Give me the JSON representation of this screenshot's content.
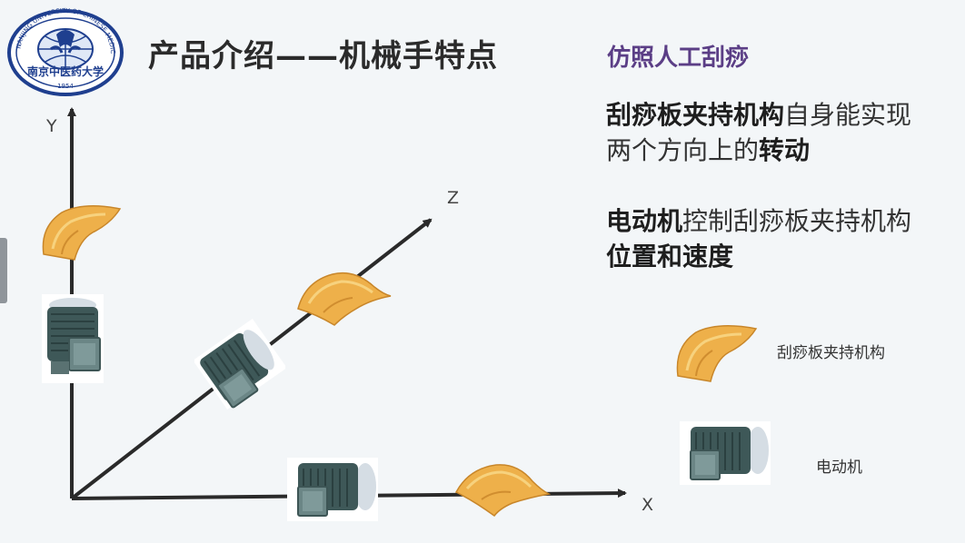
{
  "logo": {
    "institution_text": "NANJING UNIVERSITY OF CHINESE MEDICINE",
    "chinese_name": "南京中医药大学",
    "year": "1954"
  },
  "header": {
    "title": "产品介绍——机械手特点",
    "subtitle": "仿照人工刮痧"
  },
  "description": {
    "para1": {
      "bold1": "刮痧板夹持机构",
      "text1": "自身能实现两个方向上的",
      "bold2": "转动"
    },
    "para2": {
      "bold1": "电动机",
      "text1": "控制刮痧板夹持机构",
      "bold2": "位置和速度"
    }
  },
  "axes": {
    "x": "X",
    "y": "Y",
    "z": "Z"
  },
  "legend": {
    "scraper": "刮痧板夹持机构",
    "motor": "电动机"
  },
  "colors": {
    "title_sub": "#5b3e86",
    "axis": "#2a2a2a",
    "scraper": "#e9a83a",
    "motor": "#3c5656",
    "logo_blue": "#1f3f8f"
  }
}
